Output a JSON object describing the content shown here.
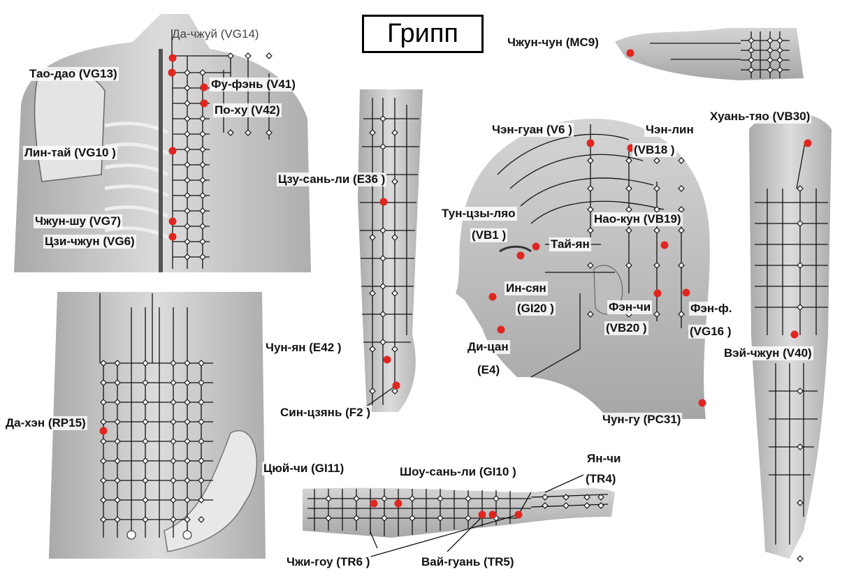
{
  "title": "Грипп",
  "colors": {
    "acupoint": "#e0261f",
    "skin": "#c8c8c8",
    "skin_dark": "#8e8e8e",
    "meridian_line": "#111111",
    "node": "#ffffff"
  },
  "regions": [
    "upper-back",
    "abdomen",
    "lower-leg",
    "forearm",
    "hand",
    "head",
    "back-of-leg"
  ],
  "points": [
    {
      "label": "Да-чжуй (VG14)",
      "style": "thin"
    },
    {
      "label": "Тао-дао (VG13)"
    },
    {
      "label": "Фу-фэнь (V41)"
    },
    {
      "label": "По-ху (V42)"
    },
    {
      "label": "Лин-тай (VG10 )"
    },
    {
      "label": "Чжун-шу (VG7)"
    },
    {
      "label": "Цзи-чжун (VG6)"
    },
    {
      "label": "Да-хэн (RP15)"
    },
    {
      "label": "Цзу-сань-ли (E36 )"
    },
    {
      "label": "Чун-ян (E42 )"
    },
    {
      "label": "Син-цзянь (F2 )"
    },
    {
      "label": "Чжун-чун (MC9)"
    },
    {
      "label": "Чэн-гуан (V6 )"
    },
    {
      "label": "Чэн-лин"
    },
    {
      "label": "(VB18 )"
    },
    {
      "label": "Тун-цзы-ляо"
    },
    {
      "label": "(VB1 )"
    },
    {
      "label": "Тай-ян"
    },
    {
      "label": "Нао-кун (VB19)"
    },
    {
      "label": "Ин-сян"
    },
    {
      "label": "(GI20 )"
    },
    {
      "label": "Ди-цан"
    },
    {
      "label": "(E4)"
    },
    {
      "label": "Фэн-чи"
    },
    {
      "label": "(VB20 )"
    },
    {
      "label": "Фэн-ф."
    },
    {
      "label": "(VG16 )"
    },
    {
      "label": "Чун-гу (PC31)"
    },
    {
      "label": "Хуань-тяо (VB30)"
    },
    {
      "label": "Вэй-чжун (V40)"
    },
    {
      "label": "Цюй-чи (GI11)"
    },
    {
      "label": "Шоу-сань-ли (GI10 )"
    },
    {
      "label": "Ян-чи"
    },
    {
      "label": "(TR4)"
    },
    {
      "label": "Чжи-гоу (TR6 )"
    },
    {
      "label": "Вай-гуань (TR5)"
    }
  ]
}
